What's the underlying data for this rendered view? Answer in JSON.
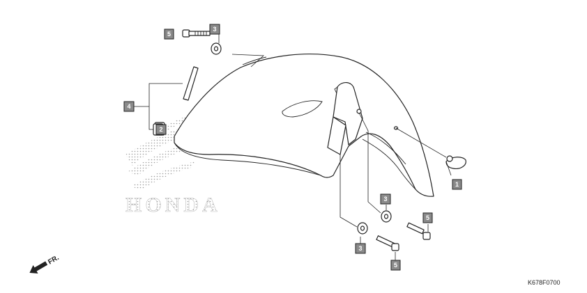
{
  "diagram": {
    "brand_watermark": "HONDA",
    "front_indicator": "FR.",
    "diagram_code": "K678F0700",
    "callouts": [
      {
        "id": "c5a",
        "label": "5"
      },
      {
        "id": "c3a",
        "label": "3"
      },
      {
        "id": "c4",
        "label": "4"
      },
      {
        "id": "c2",
        "label": "2"
      },
      {
        "id": "c1",
        "label": "1"
      },
      {
        "id": "c3b",
        "label": "3"
      },
      {
        "id": "c5b",
        "label": "5"
      },
      {
        "id": "c3c",
        "label": "3"
      },
      {
        "id": "c5c",
        "label": "5"
      }
    ]
  }
}
